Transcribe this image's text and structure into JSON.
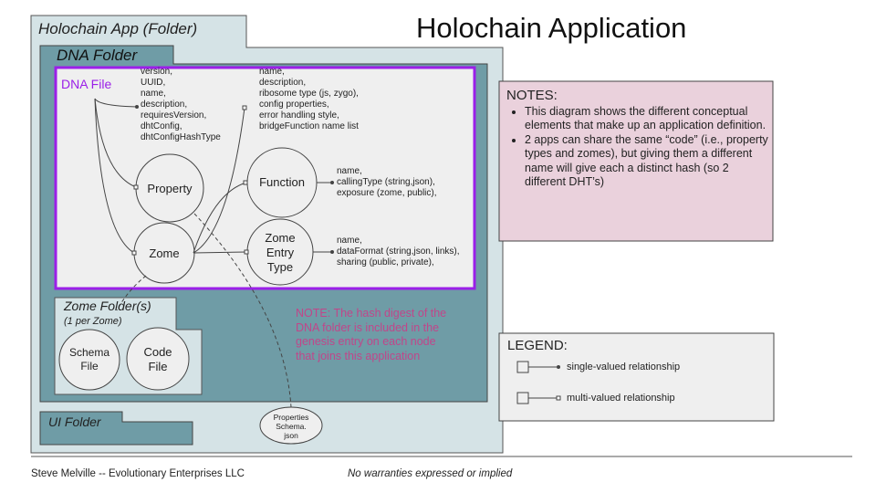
{
  "title": "Holochain Application",
  "app_folder": {
    "label": "Holochain App (Folder)"
  },
  "dna_folder": {
    "label": "DNA Folder"
  },
  "dna_file": {
    "label": "DNA File",
    "properties": [
      "version,",
      "UUID,",
      "name,",
      "description,",
      "requiresVersion,",
      "dhtConfig,",
      "dhtConfigHashType"
    ]
  },
  "zome_properties": [
    "name,",
    "description,",
    "ribosome type (js, zygo),",
    "config properties,",
    "error handling style,",
    "bridgeFunction name list"
  ],
  "nodes": {
    "property": "Property",
    "zome": "Zome",
    "function": "Function",
    "zome_entry_type": [
      "Zome",
      "Entry",
      "Type"
    ]
  },
  "function_properties": [
    "name,",
    "callingType (string,json),",
    "exposure (zome, public),"
  ],
  "entry_type_properties": [
    "name,",
    "dataFormat (string,json, links),",
    "sharing (public, private),"
  ],
  "zome_folder": {
    "label": "Zome Folder(s)",
    "sublabel": "(1 per Zome)",
    "schema_file": [
      "Schema",
      "File"
    ],
    "code_file": [
      "Code",
      "File"
    ]
  },
  "ui_folder": {
    "label": "UI Folder"
  },
  "properties_schema": [
    "Properties",
    "Schema.",
    "json"
  ],
  "hash_note": [
    "NOTE: The hash digest of the",
    "DNA folder is included in the",
    "genesis entry on each node",
    "that joins this application"
  ],
  "notes": {
    "heading": "NOTES:",
    "items": [
      "This diagram shows the different conceptual elements that make up an application definition.",
      "2 apps can share the same “code” (i.e., property types and zomes), but giving them a different name will give each a distinct hash (so 2 different DHT’s)"
    ]
  },
  "legend": {
    "heading": "LEGEND:",
    "single": "single-valued relationship",
    "multi": "multi-valued relationship"
  },
  "footer": {
    "author": "Steve Melville -- Evolutionary Enterprises LLC",
    "disclaimer": "No warranties expressed or implied"
  },
  "colors": {
    "app_folder_fill": "#d5e3e6",
    "dna_folder_fill": "#6f9ca6",
    "purple": "#9b1fe8",
    "notes_fill": "#ead1dc",
    "note_pink": "#c0468a"
  }
}
